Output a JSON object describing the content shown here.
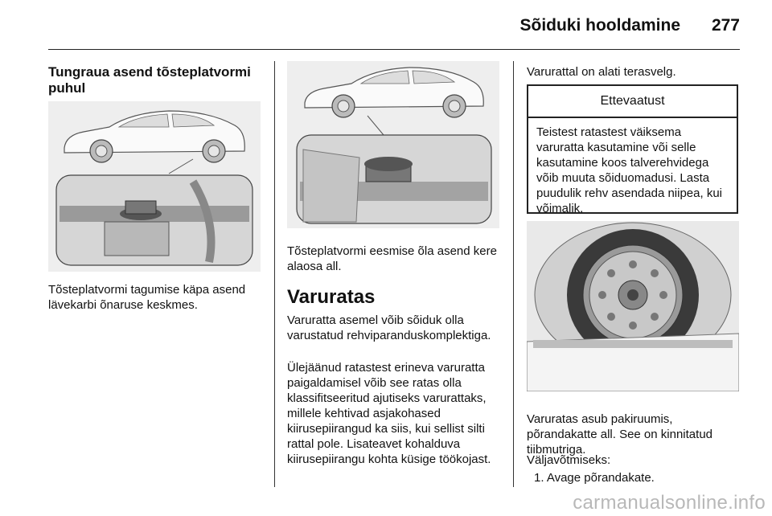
{
  "header": {
    "title": "Sõiduki hooldamine",
    "page_number": "277"
  },
  "col1": {
    "heading": "Tungraua asend tõsteplatvormi puhul",
    "figure_caption": "Tõsteplatvormi tagumise käpa asend lävekarbi õnaruse keskmes."
  },
  "col2": {
    "figure_caption": "Tõsteplatvormi eesmise õla asend kere alaosa all.",
    "section_title": "Varuratas",
    "para1": "Varuratta asemel võib sõiduk olla varustatud rehviparanduskomplektiga.",
    "para2": "Ülejäänud ratastest erineva varuratta paigaldamisel võib see ratas olla klassifitseeritud ajutiseks varurattaks, millele kehtivad asjakohased kiirusepiirangud ka siis, kui sellist silti rattal pole. Lisateavet kohalduva kiirusepiirangu kohta küsige töökojast."
  },
  "col3": {
    "intro": "Varurattal on alati terasvelg.",
    "caution_title": "Ettevaatust",
    "caution_body": "Teistest ratastest väiksema varuratta kasutamine või selle kasutamine koos talverehvidega võib muuta sõiduomadusi. Lasta puudulik rehv asendada niipea, kui võimalik.",
    "para_location": "Varuratas asub pakiruumis, põrandakatte all. See on kinnitatud tiibmutriga.",
    "para_removal": "Väljavõtmiseks:",
    "step1": "1. Avage põrandakate."
  },
  "watermark": "carmanualsonline.info"
}
